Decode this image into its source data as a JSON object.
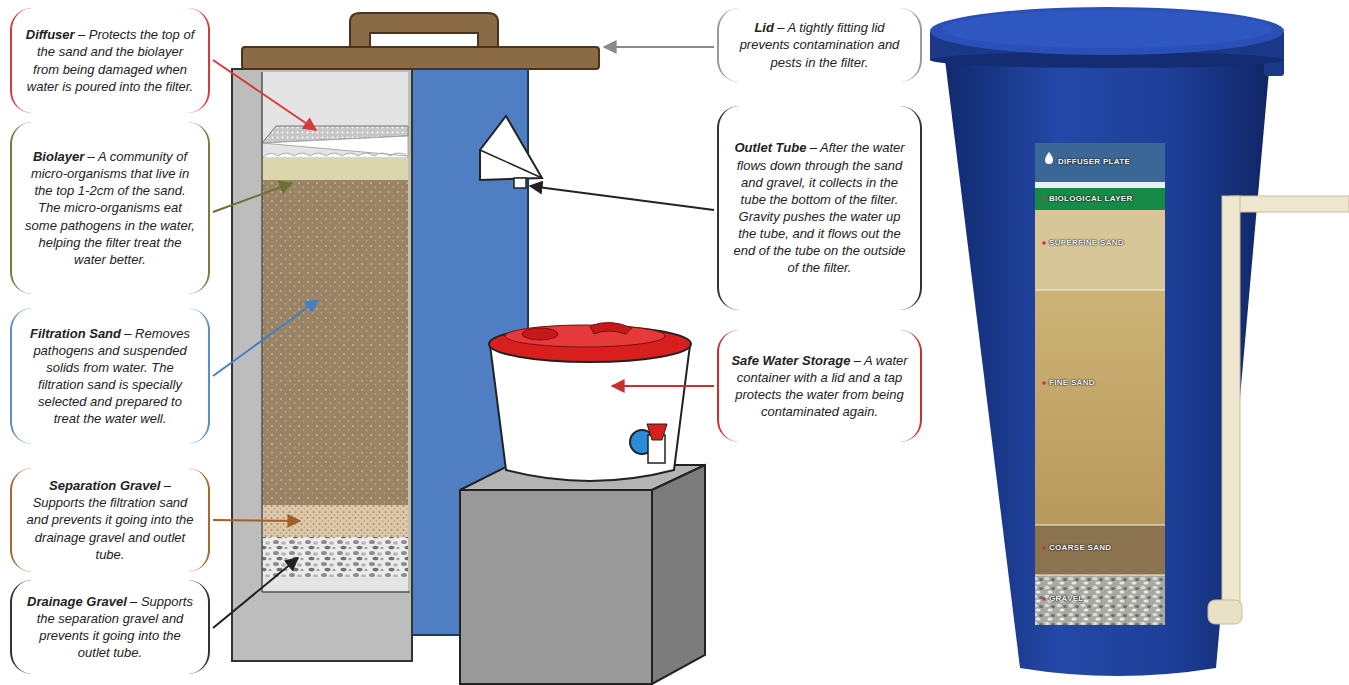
{
  "diagram": {
    "nodes": [
      {
        "text": [
          "Diffuser",
          "– Protects the top of the sand and the biolayer from being damaged when water is poured into the filter."
        ]
      },
      {
        "text": [
          "Biolayer",
          "– A community of micro-organisms that live in the top 1-2cm of the sand. The micro-organisms eat some pathogens in the water, helping the filter treat the water better."
        ]
      },
      {
        "text": [
          "Filtration Sand",
          "– Removes pathogens and suspended solids from water. The filtration sand is specially selected and prepared to treat the water well."
        ]
      },
      {
        "text": [
          "Separation Gravel",
          "– Supports the filtration sand and prevents it going into the drainage gravel and outlet tube."
        ]
      },
      {
        "text": [
          "Drainage Gravel",
          "– Supports the separation gravel and prevents it going into the outlet tube."
        ]
      },
      {
        "text": [
          "Lid",
          "– A tightly fitting lid prevents contamination and pests in the filter."
        ]
      },
      {
        "text": [
          "Outlet Tube",
          "– After the water flows down through the sand and gravel, it collects in the tube the bottom of the filter. Gravity pushes the water up the tube, and it flows out the end of the tube on the outside of the filter."
        ]
      },
      {
        "text": [
          "Safe Water Storage",
          "– A water container with a lid and a tap protects the water from being contaminated again."
        ]
      }
    ],
    "labels": [
      "DIFFUSER PLATE",
      "BIOLOGICAL LAYER",
      "SUPERFINE SAND",
      "FINE SAND",
      "COARSE SAND",
      "GRAVEL"
    ]
  }
}
